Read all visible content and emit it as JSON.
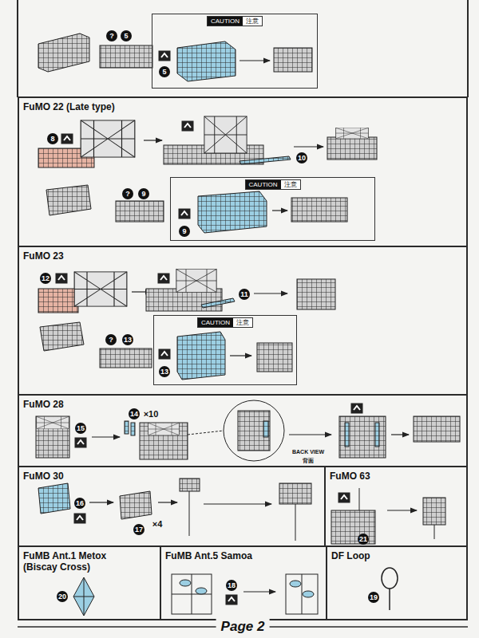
{
  "diagram": {
    "nodes": [
      {
        "text": [
          "CAUTION",
          "注意"
        ]
      },
      {
        "text": [
          "FuMO 22 (Late type)"
        ]
      },
      {
        "text": [
          "CAUTION",
          "注意"
        ],
        "in": 1
      },
      {
        "text": [
          "FuMO 23"
        ]
      },
      {
        "text": [
          "CAUTION",
          "注意"
        ],
        "in": 3
      },
      {
        "text": [
          "FuMO 28"
        ]
      },
      {
        "text": [
          "FuMO 30"
        ]
      },
      {
        "text": [
          "FuMO 63"
        ]
      },
      {
        "text": [
          "FuMB Ant.1 Metox (Biscay Cross)"
        ]
      },
      {
        "text": [
          "FuMB Ant.5 Samoa"
        ]
      },
      {
        "text": [
          "DF Loop"
        ]
      }
    ],
    "labels": [
      "?",
      "5",
      "5",
      "8",
      "10",
      "?",
      "9",
      "9",
      "12",
      "11",
      "?",
      "13",
      "13",
      "14",
      "×10",
      "15",
      "BACK VIEW",
      "背面",
      "16",
      "17",
      "×4",
      "21",
      "20",
      "18",
      "19",
      "Page 2"
    ]
  }
}
